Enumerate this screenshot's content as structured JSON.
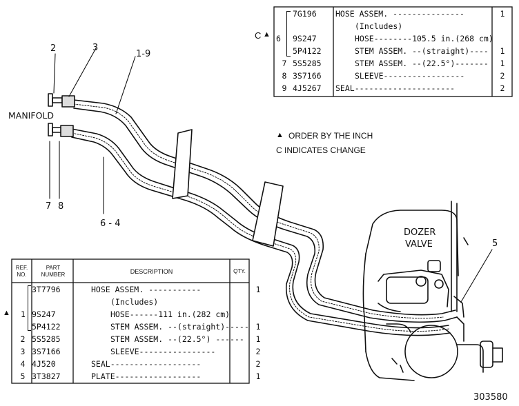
{
  "callouts": {
    "manifold": "MANIFOLD",
    "dozer_valve_line1": "DOZER",
    "dozer_valve_line2": "VALVE",
    "c2": "2",
    "c3": "3",
    "c1_9": "1-9",
    "c7": "7",
    "c8": "8",
    "c6_4": "6 - 4",
    "c5": "5"
  },
  "figure_number": "303580",
  "top_table": {
    "rows": [
      {
        "ref": "",
        "part": "7G196",
        "desc": "HOSE ASSEM. ---------------",
        "qty": "1"
      },
      {
        "ref": "",
        "part": "",
        "desc": "(Includes)",
        "qty": ""
      },
      {
        "ref": "6",
        "part": "9S247",
        "desc": "HOSE--------105.5 in.(268 cm)",
        "qty": ""
      },
      {
        "ref": "",
        "part": "5P4122",
        "desc": "STEM ASSEM. --(straight)----",
        "qty": "1"
      },
      {
        "ref": "7",
        "part": "5S5285",
        "desc": "STEM ASSEM. --(22.5°)-------",
        "qty": "1"
      },
      {
        "ref": "8",
        "part": "3S7166",
        "desc": "SLEEVE-----------------",
        "qty": "2"
      },
      {
        "ref": "9",
        "part": "4J5267",
        "desc": "SEAL---------------------",
        "qty": "2"
      }
    ],
    "c_marker": "C",
    "order_marker": "▲"
  },
  "notes": {
    "order_by_inch": "ORDER BY THE INCH",
    "indicates_change": "C INDICATES CHANGE",
    "triangle": "▲"
  },
  "bottom_table": {
    "headers": {
      "ref": "REF. NO.",
      "part": "PART NUMBER",
      "desc": "DESCRIPTION",
      "qty": "QTY."
    },
    "rows": [
      {
        "ref": "",
        "part": "3T7796",
        "desc": "HOSE ASSEM. -----------",
        "qty": "1"
      },
      {
        "ref": "",
        "part": "",
        "desc": "(Includes)",
        "qty": ""
      },
      {
        "ref": "1",
        "part": "9S247",
        "desc": "HOSE------111 in.(282 cm)",
        "qty": ""
      },
      {
        "ref": "",
        "part": "5P4122",
        "desc": "STEM ASSEM. --(straight)-----",
        "qty": "1"
      },
      {
        "ref": "2",
        "part": "5S5285",
        "desc": "STEM ASSEM. --(22.5°) ------",
        "qty": "1"
      },
      {
        "ref": "3",
        "part": "3S7166",
        "desc": "SLEEVE----------------",
        "qty": "2"
      },
      {
        "ref": "4",
        "part": "4J520",
        "desc": "SEAL-------------------",
        "qty": "2"
      },
      {
        "ref": "5",
        "part": "3T3827",
        "desc": "PLATE------------------",
        "qty": "1"
      }
    ],
    "order_marker": "▲"
  }
}
